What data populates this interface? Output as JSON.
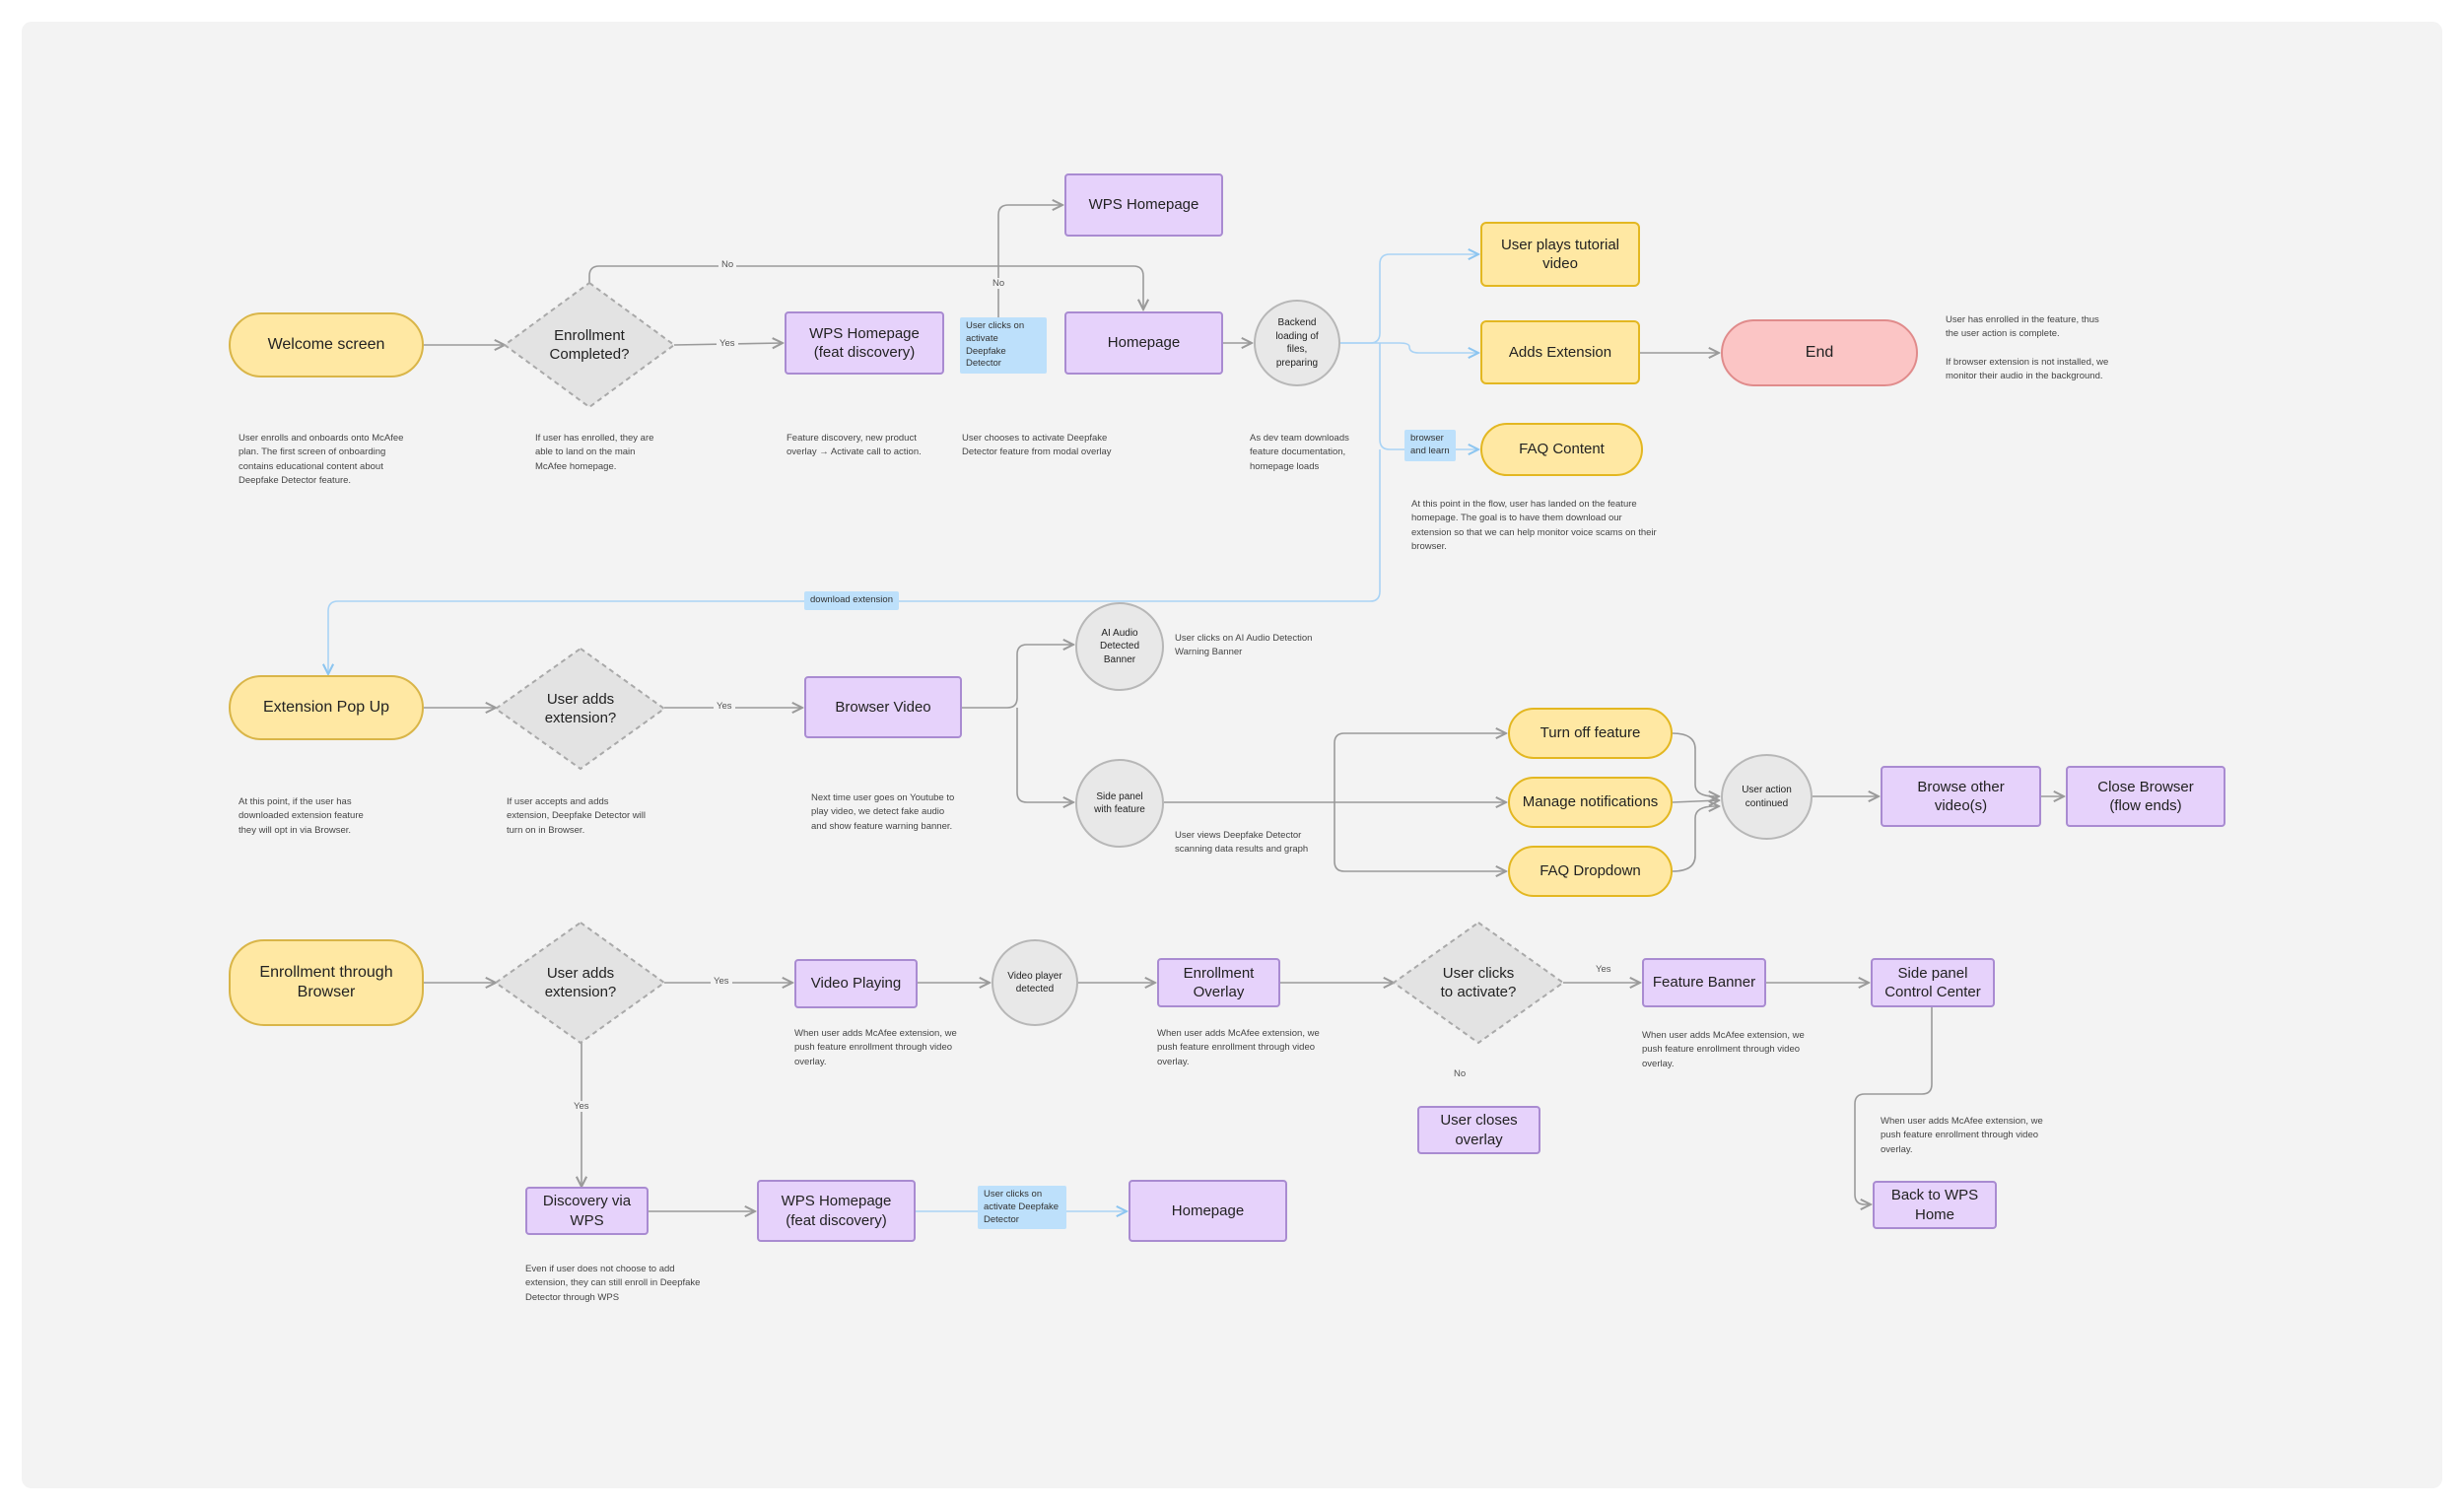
{
  "nodes": {
    "welcome": "Welcome screen",
    "enrollment_completed": "Enrollment\nCompleted?",
    "wps_home_feat1": "WPS Homepage\n(feat discovery)",
    "wps_homepage_top": "WPS Homepage",
    "homepage1": "Homepage",
    "backend_loading": "Backend\nloading of\nfiles,\npreparing",
    "tutorial_video": "User plays tutorial\nvideo",
    "adds_extension": "Adds Extension",
    "faq_content": "FAQ Content",
    "end": "End",
    "extension_popup": "Extension Pop Up",
    "user_adds_ext1": "User adds\nextension?",
    "browser_video": "Browser Video",
    "ai_audio": "AI Audio\nDetected\nBanner",
    "side_panel": "Side panel\nwith feature",
    "turn_off": "Turn off feature",
    "manage_notif": "Manage notifications",
    "faq_dropdown": "FAQ Dropdown",
    "user_action": "User action\ncontinued",
    "browse_other": "Browse other\nvideo(s)",
    "close_browser": "Close Browser\n(flow ends)",
    "enroll_browser": "Enrollment through\nBrowser",
    "user_adds_ext2": "User adds\nextension?",
    "video_playing": "Video Playing",
    "video_player_detected": "Video player\ndetected",
    "enroll_overlay": "Enrollment\nOverlay",
    "user_clicks_activate": "User clicks\nto activate?",
    "feature_banner": "Feature Banner",
    "side_panel_cc": "Side panel\nControl Center",
    "user_closes": "User closes\noverlay",
    "back_wps": "Back to WPS\nHome",
    "discovery_wps": "Discovery via\nWPS",
    "wps_home_feat2": "WPS Homepage\n(feat discovery)",
    "homepage2": "Homepage"
  },
  "chips": {
    "activate1": "User clicks on\nactivate Deepfake\nDetector",
    "browser_learn": "browser\nand learn",
    "download_ext": "download extension",
    "activate2": "User clicks on\nactivate Deepfake\nDetector"
  },
  "edge_labels": {
    "no_top": "No",
    "yes1": "Yes",
    "no_mid": "No",
    "yes2": "Yes",
    "yes3": "Yes",
    "yes_down": "Yes",
    "yes4": "Yes",
    "no_bottom": "No"
  },
  "notes": {
    "n_welcome": "User enrolls and onboards onto McAfee\nplan. The first screen of onboarding\ncontains educational content about\nDeepfake Detector feature.",
    "n_enrolled": "If user has enrolled, they are\nable to land on the main\nMcAfee homepage.",
    "n_feature_discovery": "Feature discovery, new product\noverlay → Activate call to action.",
    "n_choose_activate": "User chooses to activate Deepfake\nDetector feature from modal overlay",
    "n_dev_team": "As dev team downloads\nfeature documentation,\nhomepage loads",
    "n_landed": "At this point in the flow, user has landed on the feature\nhomepage. The goal is to have them download our\nextension so that we can help monitor voice scams on their\nbrowser.",
    "n_end": "User has enrolled in the feature, thus\nthe user action is complete.\n\nIf browser extension is not installed, we\nmonitor their audio in the background.",
    "n_ext_popup": "At this point, if the user has\ndownloaded extension feature\nthey will opt in via Browser.",
    "n_accepts": "If user accepts and adds\nextension, Deepfake Detector will\nturn on in Browser.",
    "n_youtube": "Next time user goes on Youtube to\nplay video, we detect fake audio\nand show feature warning banner.",
    "n_ai_banner": "User clicks on AI Audio Detection\nWarning Banner",
    "n_side_panel": "User views Deepfake Detector\nscanning data results and graph",
    "n_video_playing": "When user adds McAfee extension, we\npush feature enrollment through video\noverlay.",
    "n_enroll_overlay": "When user adds McAfee extension, we\npush feature enrollment through video\noverlay.",
    "n_feature_banner": "When user adds McAfee extension, we\npush feature enrollment through video\noverlay.",
    "n_side_cc": "When user adds McAfee extension, we\npush feature enrollment through video\noverlay.",
    "n_discovery": "Even if user does not choose to add\nextension, they can still enroll in Deepfake\nDetector through WPS"
  },
  "colors": {
    "board": "#f3f3f3",
    "connector": "#9a9a9a",
    "connector_blue": "#a9d3f5",
    "yellow_fill": "#ffe8a3",
    "purple_fill": "#e6d2fb",
    "pink_fill": "#fbc5c5",
    "gray_fill": "#e8e8e8",
    "chip_fill": "#bde0fb"
  }
}
